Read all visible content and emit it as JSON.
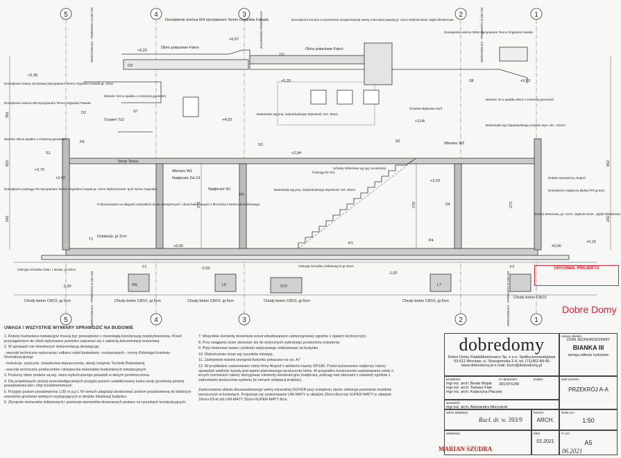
{
  "axes": [
    "5",
    "4",
    "3",
    "2",
    "1"
  ],
  "labels": {
    "wall_w4": "Docieplenie wieńca W4 styropianem Termo Organika Fasada",
    "fakro": "Okno połaciowe Fakro",
    "fakro2": "Okna połaciowe Fakro",
    "chimney": "Docieplenie komina w przestrzeni nieogrzewanej wełną mineralną twardą gr. 12cm Wykończenie: płytki klinkierowe",
    "wall_wn4": "Docieplenie wieńca WN4 styropianem Termo Organika Fasada",
    "attic": "Docieplenie ściany szczytowej styropianem Termo Organika Fasada gr. 10cm",
    "w5": "Docieplenie wieńca W5 styropianem Termo Organika Fasada",
    "w4_roof": "Wieniec W4 w spadku o zmiennej geometrii",
    "w5_roof": "Wieniec W5 w spadku o zmiennej geometrii",
    "wn_roof": "Wieniec W w spadku WN4 o zmiennej geometrii",
    "truss": "Trzpień Tz2",
    "balustrade1": "Balustrada wg proj. indywidualnego Wysokość min. 90cm",
    "stairs_pole": "Ścianka słupkowa Ss/3",
    "balustrade2": "Balustrada wg indywidualnego projektu wys. min. 110cm",
    "strop": "Strop Teriva",
    "w1": "Wieniec W1",
    "w2": "Wieniec W2",
    "nadproze": "Nadproże 2xL19",
    "nadproze_n1": "Nadproże N1",
    "podciag": "Podciąg P2 Sz1",
    "stairs": "Schody żelbetowe wg tyg. konstrukcji",
    "balustrade3": "Balustrada wg proj. indywidualnego Wysokość min. 90cm",
    "plinth_p5": "Docieplenie podciągu P5 styropianem Termo Organika Fasada gr. 13cm Wykończenie: tynk Termo Organika",
    "foundation": "Podmurowanie na długości wszystkich drzwi zewnętrznych i drzwi balkonowych z bloczków z betonu komórkowego",
    "dylatacja": "Dylatacja, gr 2cm",
    "roleta": "Roleta zewnętrzna Aluprof",
    "parapet": "Docieplenie nadproża płytką PIR gr.6cm",
    "window_sill": "Donica betonowa, gr. 12cm. Wykończenie - płytki klinkierowe",
    "ostroga1": "Ostroga schodów zewn. i tarasu, gr.24cm",
    "ostroga2": "Ostroga schodów żelbetowych gr.25cm",
    "chudy": "Chudy beton C8/10, gr.5cm",
    "chudy_label": "Chudy beton C8/10",
    "rzedna": "SKRZYDEŁKO - PRZEKRÓJ 0.220 CM",
    "zalamanie": "ZAŁAMANIE PRZEKROJU",
    "levels": [
      "+6,57",
      "+6,22",
      "+5,38",
      "+5,33",
      "+5,53",
      "+4,03",
      "+3,04",
      "+2,94",
      "+2,70",
      "+2,40",
      "+2,10",
      "+0,00",
      "-0,33",
      "-1,30",
      "-1,02",
      "±0,00",
      "+0,15"
    ],
    "dims": [
      "351",
      "652",
      "242",
      "273",
      "270",
      "273",
      "242",
      "652"
    ],
    "elements": [
      "D1",
      "D2",
      "D3",
      "S1",
      "S2",
      "S3",
      "S4",
      "S7",
      "S8",
      "P1",
      "P3",
      "P4",
      "P6",
      "T1",
      "F1",
      "F2",
      "L6",
      "L7",
      "ST2",
      "SN"
    ]
  },
  "notes": {
    "heading": "UWAGA ! WSZYSTKIE WYMIARY SPRAWDZIĆ NA BUDOWIE",
    "col1": [
      "1. Roboty budowlano-instalacyjne muszą być prowadzone z równoległą koordynacją międzybranżową. Przed przystąpieniem do robót wykonawca powinien zapoznać się z całością dokumentacji branżowej.",
      "2. W sprawach nie określonych dokumentacją obowiązują:",
      "- warunki techniczne wykonania i odbioru robót budowlano- montażowych - normy Polskiego Komitetu Normalizacyjnego",
      "- instrukcje, wytyczne, świadectwa dopuszczenia, atesty Instytutu Techniki Budowlanej",
      "- warunki techniczne producentów i dostawców materiałów budowlanych instalacyjnych",
      "3. Poziomy okien podane są wg. stanu wykończonego posadzki w danym pomieszczeniu.",
      "4. Dla projektowych izolacji przeciwwilgociowych przyjęto poziom ustabilizowany lustra wody gruntowej poniżej posadowienia ław i stóp fundamentowych.",
      "5. Przyjęto poziom posadowienia 1,00 m p.p.t. W ramach adaptacji dostosować poziom posadowienia do lokalnych warunków gruntowo-wodnych występujących w obrębie lokalizacji budynku.",
      "6. Zbrojenie elementów żelbetowych i przekroje elementów drewnianych podano na rysunkach konstrukcyjnych."
    ],
    "col2": [
      "7. Wszystkie elementy drewniane przed wbudowaniem zaimpregnować zgodnie z opisem technicznym.",
      "8. Przy osiąganiu ścian stosować się do wytycznych wybranego producenta ocieplenia.",
      "9. Płyty betonowe tarasu i podestu wejściowego oddylatować od budynku.",
      "10. Wykończenie ścian wg rysunków elewacji.",
      "11. Zaślepienie warstw przegród budynku pokazano na rys. A7",
      "12. W przykładzie zastosowano rolety firmy Aluprof o wielkości kasety SP/180. Przed wykonaniem nadproży należy sprawdzić wielkość kasety pod kątem planowanego producenta rolety. W przypadku konieczności zastosowania rolety o innych rozmiarach należy skorygować elementy konstrukcyjne (nadproża, podciąg nad otworami z roletami) zgodnie z zaleceniami producenta systemu (w ramach adaptacji projektu).",
      "Zastosowanie układu dwuwarstwowego wełny mineralnej ISOVER przy ociepleniu dachu eliminuje powstanie mostków termicznych w krokwiach. Proponuje się zastosowanie UNI-MATY w układzie 20cm+8cm lub SUPER-MATY w układzie 18cm+10cm lub UNI-MATY 20cm+SUPER-MATY 8cm."
    ]
  },
  "titleblock": {
    "brand": "dobredomy",
    "company": "Dobre Domy Flak&Abramowicz Sp. z o.o. Spółka komandytowa",
    "address": "53-611 Wrocław, ul. Strzegomska 2-4, tel. (71)352-84-40",
    "web": "www.dobredomy.pl   e-mail: biuro@dobredomy.pl",
    "object_label": "nazwa obiektu:",
    "object_type": "DOM JEDNORODZINNY",
    "object_name": "BIANKA III",
    "variant": "wersja odbicie lustrzane",
    "designer_label": "projektant:",
    "designer1": "mgr inż. arch. Beata Wojak",
    "designer2": "mgr inż. arch. Tomasz Fiak",
    "designer3": "mgr inż. arch. Katarzyna Placzek",
    "permit": "nr uprawnień:",
    "permit_no": "301/97/U/W",
    "sign_label": "podpis:",
    "checked_label": "sprawdził:",
    "checker": "mgr inż. arch. Aleksandra Mieczarek",
    "drawing_title_label": "tytuł rysunku:",
    "drawing_title": "PRZEKRÓJ A-A",
    "adapt_label": "adres adaptacji:",
    "branch_label": "branża:",
    "branch": "ARCH.",
    "scale_label": "skala rys.:",
    "scale": "1:50",
    "adaptation_label": "adaptacja:",
    "date_label": "data:",
    "date": "02.2021",
    "sheet_label": "nr rys.:",
    "sheet": "A5"
  },
  "stamps": {
    "red_stamp": "ORYGINAŁ PROJEKTU",
    "copyright": "Dobre Domy",
    "handwritten_no": "Racł. dr. w. 393/9",
    "handwritten_name": "MARIAN SZUDRA",
    "handwritten_date": "06.2021"
  }
}
